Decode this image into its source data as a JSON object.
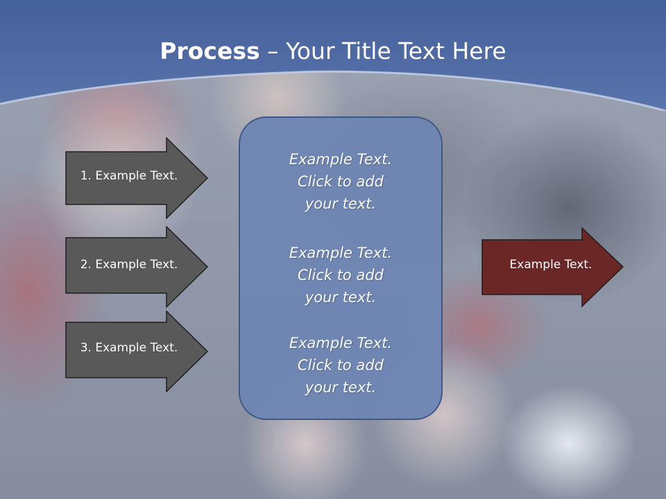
{
  "slide": {
    "title_bold": "Process",
    "title_rest": " – Your Title Text Here"
  },
  "left_arrows": [
    {
      "label": "1. Example Text."
    },
    {
      "label": "2. Example Text."
    },
    {
      "label": "3. Example Text."
    }
  ],
  "center_box": {
    "blocks": [
      {
        "line1": "Example Text.",
        "line2": "Click  to add",
        "line3": "your text."
      },
      {
        "line1": "Example Text.",
        "line2": "Click  to add",
        "line3": "your text."
      },
      {
        "line1": "Example Text.",
        "line2": "Click  to add",
        "line3": "your text."
      }
    ]
  },
  "right_arrow": {
    "label": "Example Text."
  },
  "colors": {
    "header_band": "#4f69a3",
    "left_arrow_fill": "#595959",
    "center_box_fill": "#6f86b4",
    "right_arrow_fill": "#6b2626"
  }
}
